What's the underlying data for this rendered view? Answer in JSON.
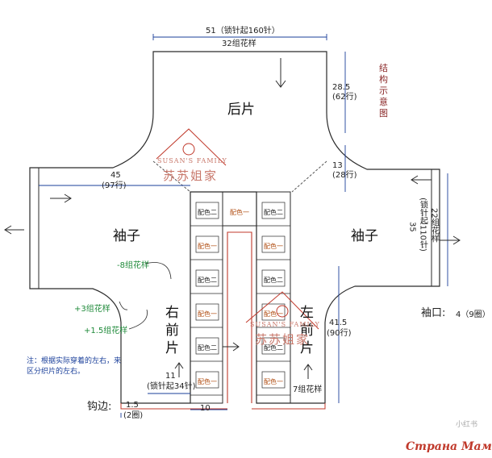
{
  "garment": {
    "back_label": "后片",
    "sleeve_left_label": "袖子",
    "sleeve_right_label": "袖子",
    "front_right_label": "右\n前\n片",
    "front_left_label": "左\n前\n片"
  },
  "dimensions": {
    "top_width": "51（锁针起160针）",
    "top_pattern": "32组花样",
    "back_height": "28.5\n(62行)",
    "underarm": "13\n(28行)",
    "sleeve_length": "45",
    "sleeve_rows": "(97行)",
    "sleeve_height": "35",
    "sleeve_start": "(锁针起110针)",
    "sleeve_pattern": "22组花样",
    "front_height": "41.5",
    "front_rows": "(90行)",
    "front_width": "11",
    "front_start": "(锁针起34针)",
    "front_pattern": "7组花样",
    "gap": "10",
    "edge_width": "1.5",
    "edge_rounds": "(2圈)"
  },
  "shaping": {
    "minus8": "-8组花样",
    "plus3": "+3组花样",
    "plus1_5": "+1.5组花样"
  },
  "labels": {
    "structure_title": "结\n构\n示\n意\n图",
    "cuff_label": "袖口:",
    "cuff_value": "4（9圈）",
    "edge_label": "钩边:",
    "note": "注：根据实际穿着的左右，来\n区分织片的左右。"
  },
  "color_blocks": {
    "color2": "配色二",
    "color1": "配色一"
  },
  "watermarks": {
    "brand_en": "SUSAN'S FAMILY",
    "brand_cn": "苏苏姐家",
    "site": "Страна Мам",
    "corner": "小红书"
  },
  "colors": {
    "outline": "#2a2a2a",
    "dimension_blue": "#1a3f9a",
    "shaping_green": "#1f8a3a",
    "title_red": "#8b2a2a",
    "accent_orange": "#b04d12",
    "edge_red": "#c0392b"
  }
}
